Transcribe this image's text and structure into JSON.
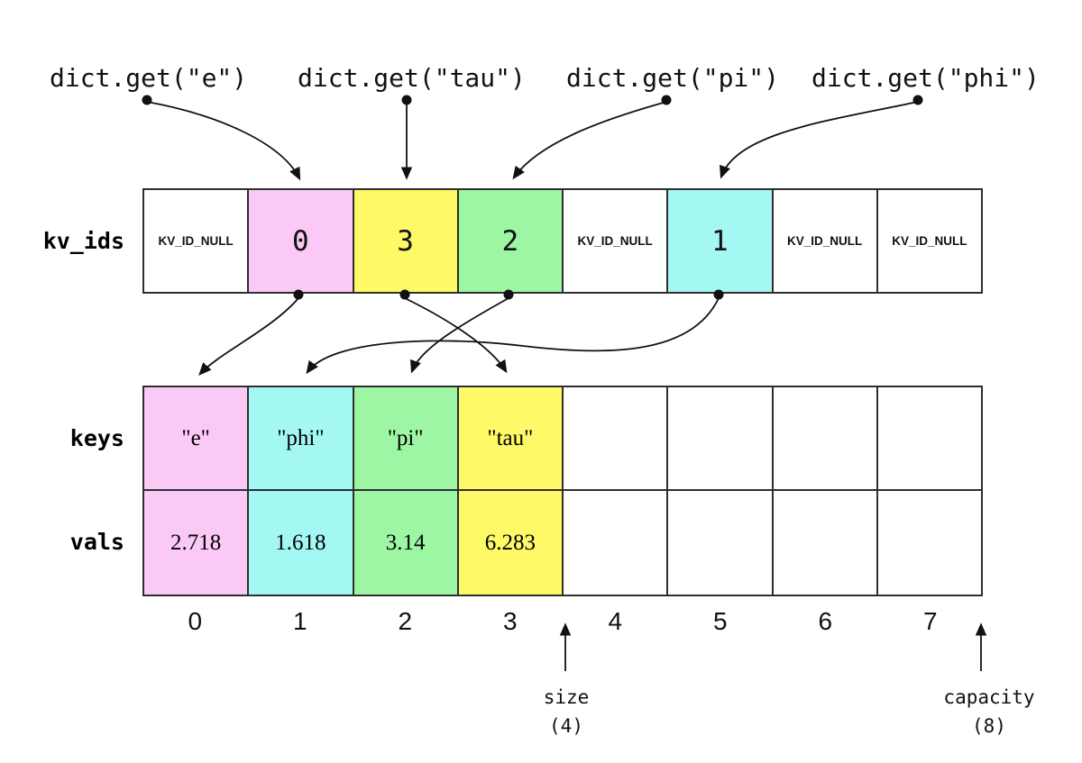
{
  "calls": [
    {
      "label": "dict.get(\"e\")"
    },
    {
      "label": "dict.get(\"tau\")"
    },
    {
      "label": "dict.get(\"pi\")"
    },
    {
      "label": "dict.get(\"phi\")"
    }
  ],
  "kv_ids": {
    "label": "kv_ids",
    "cells": [
      {
        "text": "KV_ID_NULL",
        "color": "white"
      },
      {
        "text": "0",
        "color": "pink"
      },
      {
        "text": "3",
        "color": "yellow"
      },
      {
        "text": "2",
        "color": "green"
      },
      {
        "text": "KV_ID_NULL",
        "color": "white"
      },
      {
        "text": "1",
        "color": "cyan"
      },
      {
        "text": "KV_ID_NULL",
        "color": "white"
      },
      {
        "text": "KV_ID_NULL",
        "color": "white"
      }
    ]
  },
  "keys": {
    "label": "keys",
    "cells": [
      {
        "text": "\"e\"",
        "color": "pink"
      },
      {
        "text": "\"phi\"",
        "color": "cyan"
      },
      {
        "text": "\"pi\"",
        "color": "green"
      },
      {
        "text": "\"tau\"",
        "color": "yellow"
      },
      {
        "text": "",
        "color": "white"
      },
      {
        "text": "",
        "color": "white"
      },
      {
        "text": "",
        "color": "white"
      },
      {
        "text": "",
        "color": "white"
      }
    ]
  },
  "vals": {
    "label": "vals",
    "cells": [
      {
        "text": "2.718",
        "color": "pink"
      },
      {
        "text": "1.618",
        "color": "cyan"
      },
      {
        "text": "3.14",
        "color": "green"
      },
      {
        "text": "6.283",
        "color": "yellow"
      },
      {
        "text": "",
        "color": "white"
      },
      {
        "text": "",
        "color": "white"
      },
      {
        "text": "",
        "color": "white"
      },
      {
        "text": "",
        "color": "white"
      }
    ]
  },
  "indices": [
    "0",
    "1",
    "2",
    "3",
    "4",
    "5",
    "6",
    "7"
  ],
  "size": {
    "label": "size",
    "value": "(4)"
  },
  "capacity": {
    "label": "capacity",
    "value": "(8)"
  },
  "colors": {
    "pink": "#fbc9f5",
    "yellow": "#fdf967",
    "green": "#9df6a4",
    "cyan": "#a4f8f4",
    "white": "#ffffff"
  }
}
